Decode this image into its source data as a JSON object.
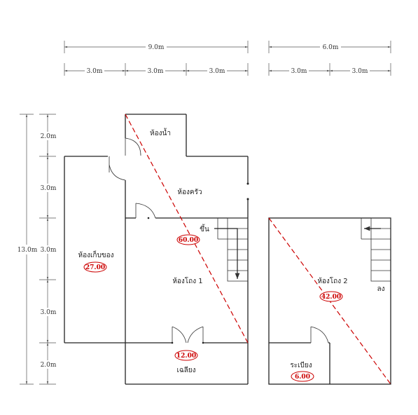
{
  "dimensions": {
    "top_left_total": "9.0m",
    "top_left_segments": [
      "3.0m",
      "3.0m",
      "3.0m"
    ],
    "top_right_total": "6.0m",
    "top_right_segments": [
      "3.0m",
      "3.0m"
    ],
    "left_total": "13.0m",
    "left_segments": [
      "2.0m",
      "3.0m",
      "3.0m",
      "3.0m",
      "2.0m"
    ]
  },
  "rooms": {
    "bathroom": "ห้องน้ำ",
    "kitchen": "ห้องครัว",
    "storage": "ห้องเก็บของ",
    "hall1": "ห้องโถง 1",
    "porch": "เฉลียง",
    "hall2": "ห้องโถง 2",
    "balcony": "ระเบียง"
  },
  "areas": {
    "storage": "27.00",
    "main": "60.00",
    "porch": "12.00",
    "hall2": "42.00",
    "balcony": "6.00"
  },
  "stairs": {
    "up_label": "ขึ้น",
    "down_label": "ลง"
  },
  "colors": {
    "diagonal": "#cc0000",
    "walls": "#222222"
  }
}
